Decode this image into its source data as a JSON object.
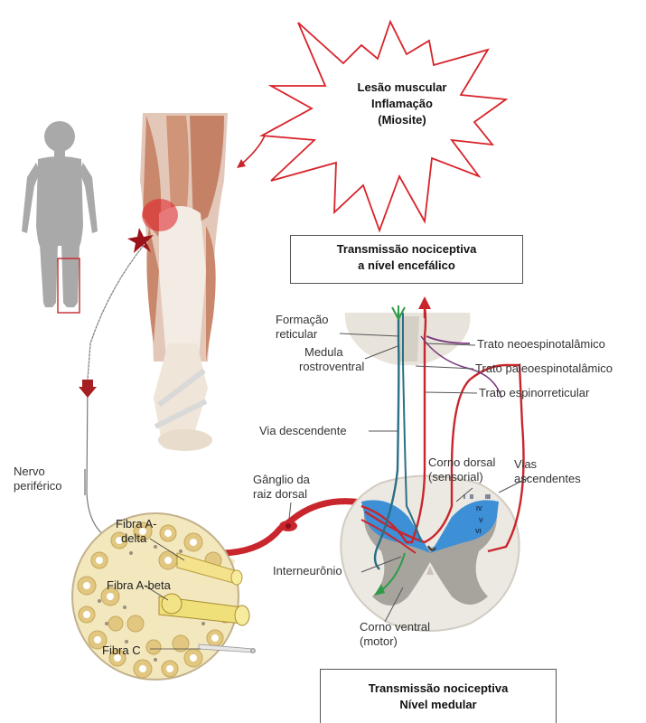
{
  "injury": {
    "line1": "Lesão muscular",
    "line2": "Inflamação",
    "line3": "(Miosite)"
  },
  "box_top": {
    "line1": "Transmissão nociceptiva",
    "line2": "a nível encefálico"
  },
  "box_bottom": {
    "line1": "Transmissão nociceptiva",
    "line2": "Nível medular"
  },
  "labels": {
    "formacao_1": "Formação",
    "formacao_2": "reticular",
    "medula_1": "Medula",
    "medula_2": "rostroventral",
    "via_descendente": "Via descendente",
    "trato_neo": "Trato neoespinotalâmico",
    "trato_paleo": "Trato paleoespinotalâmico",
    "trato_espino": "Trato espinorreticular",
    "corno_dorsal_1": "Corno dorsal",
    "corno_dorsal_2": "(sensorial)",
    "vias_1": "Vias",
    "vias_2": "ascendentes",
    "ganglio_1": "Gânglio da",
    "ganglio_2": "raiz dorsal",
    "nervo_1": "Nervo",
    "nervo_2": "periférico",
    "interneuronio": "Interneurônio",
    "corno_ventral_1": "Corno ventral",
    "corno_ventral_2": "(motor)"
  },
  "laminae": [
    "I",
    "II",
    "III",
    "IV",
    "V",
    "VI"
  ],
  "fibers": {
    "a_delta_1": "Fibra A-",
    "a_delta_2": "delta",
    "a_beta": "Fibra A-beta",
    "c": "Fibra C"
  },
  "colors": {
    "nerve_red": "#c8262c",
    "descending_blue": "#2a6f86",
    "dorsal_horn_blue": "#3d8fd6",
    "star_outline": "#d8232a",
    "motor_green": "#2e9b48",
    "muscle": "#c98a6e",
    "body_gray": "#a9a9a9"
  }
}
